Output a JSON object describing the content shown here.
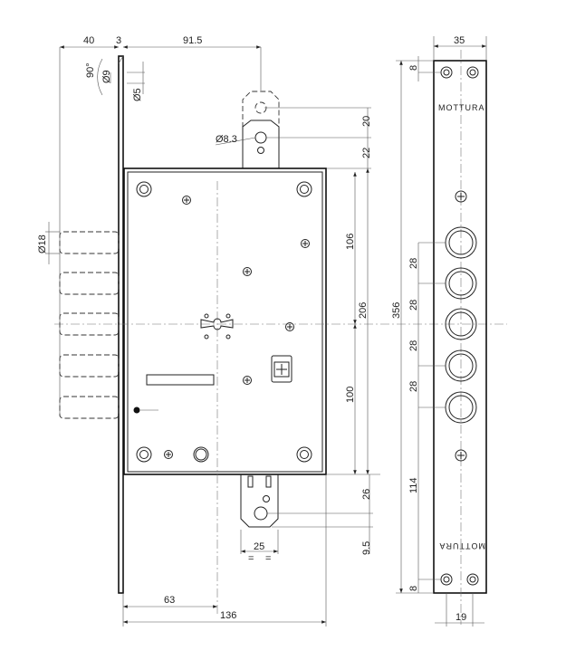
{
  "drawing": {
    "brand_label": "MOTTURA",
    "dimensions": {
      "top_40": "40",
      "top_3": "3",
      "top_91_5": "91.5",
      "angle_90": "90°",
      "dia_9": "Ø9",
      "dia_5": "Ø5",
      "dia_8_3": "Ø8.3",
      "dia_18": "Ø18",
      "tab_20": "20",
      "tab_22": "22",
      "body_106": "106",
      "body_206": "206",
      "body_100": "100",
      "bottom_26": "26",
      "bottom_9_5": "9.5",
      "tab_25": "25",
      "equal": "=",
      "bottom_63": "63",
      "bottom_136": "136",
      "strike_35": "35",
      "strike_8_top": "8",
      "strike_28": "28",
      "strike_356": "356",
      "strike_114": "114",
      "strike_8_bottom": "8",
      "strike_19": "19"
    }
  }
}
